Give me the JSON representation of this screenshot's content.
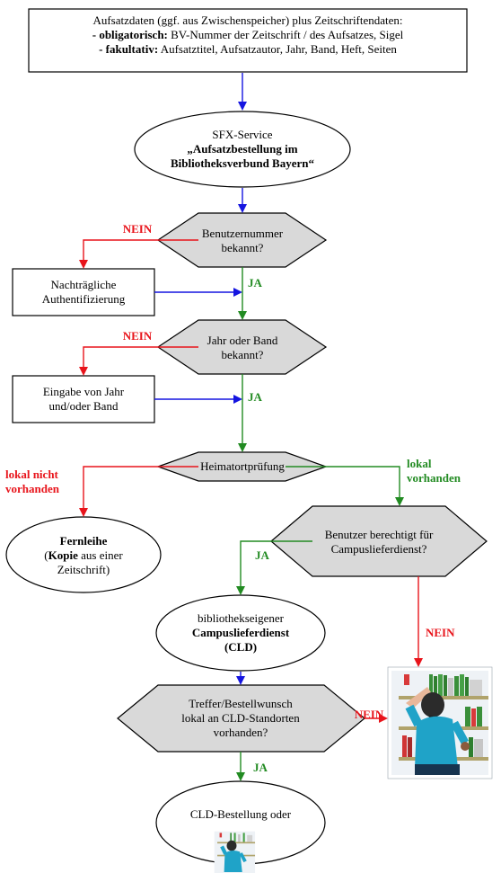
{
  "top_box": {
    "line1": "Aufsatzdaten (ggf. aus Zwischenspeicher) plus Zeitschriftendaten:",
    "line2_bold": "- obligatorisch:",
    "line2_rest": " BV-Nummer der Zeitschrift / des Aufsatzes, Sigel",
    "line3_bold": "- fakultativ:",
    "line3_rest": " Aufsatztitel, Aufsatzautor, Jahr, Band, Heft, Seiten"
  },
  "sfx": {
    "line1": "SFX-Service",
    "line2": "„Aufsatzbestellung im",
    "line3": "Bibliotheksverbund Bayern“"
  },
  "decision1": {
    "line1": "Benutzernummer",
    "line2": "bekannt?"
  },
  "box_auth": {
    "line1": "Nachträgliche",
    "line2": "Authentifizierung"
  },
  "decision2": {
    "line1": "Jahr oder Band",
    "line2": "bekannt?"
  },
  "box_input": {
    "line1": "Eingabe von Jahr",
    "line2": "und/oder Band"
  },
  "decision3": {
    "line1": "Heimatortprüfung"
  },
  "fernleihe": {
    "bold1": "Fernleihe",
    "pre": "(",
    "bold2": "Kopie",
    "rest": " aus einer",
    "line3": "Zeitschrift)"
  },
  "decision4": {
    "line1": "Benutzer berechtigt für",
    "line2": "Campuslieferdienst?"
  },
  "cld": {
    "line1": "bibliothekseigener",
    "line2": "Campuslieferdienst",
    "line3": "(CLD)"
  },
  "decision5": {
    "line1": "Treffer/Bestellwunsch",
    "line2": "lokal an CLD-Standorten",
    "line3": "vorhanden?"
  },
  "final": {
    "line1": "CLD-Bestellung oder"
  },
  "labels": {
    "nein": "NEIN",
    "ja": "JA",
    "lokal_nicht_1": "lokal nicht",
    "lokal_nicht_2": "vorhanden",
    "lokal_1": "lokal",
    "lokal_2": "vorhanden"
  },
  "colors": {
    "blue": "#1515e0",
    "red": "#e8141b",
    "green": "#228b22",
    "diamond_fill": "#d9d9d9"
  },
  "icons": [
    "library-woman-icon",
    "library-woman-small-icon"
  ]
}
